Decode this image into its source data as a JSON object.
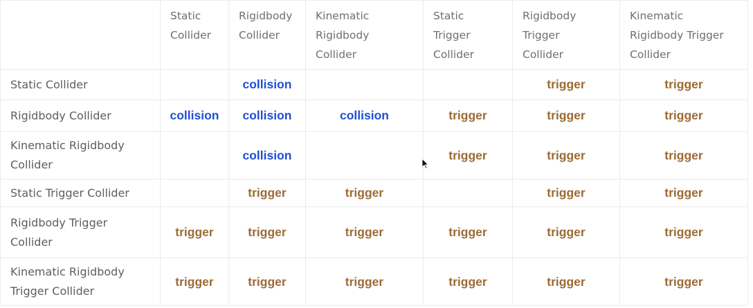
{
  "columns": [
    "Static\nCollider",
    "Rigidbody\nCollider",
    "Kinematic\nRigidbody\nCollider",
    "Static\nTrigger\nCollider",
    "Rigidbody\nTrigger\nCollider",
    "Kinematic\nRigidbody Trigger\nCollider"
  ],
  "rows": [
    {
      "label": "Static Collider",
      "cells": [
        "",
        "collision",
        "",
        "",
        "trigger",
        "trigger"
      ]
    },
    {
      "label": "Rigidbody Collider",
      "cells": [
        "collision",
        "collision",
        "collision",
        "trigger",
        "trigger",
        "trigger"
      ]
    },
    {
      "label": "Kinematic Rigidbody\nCollider",
      "cells": [
        "",
        "collision",
        "",
        "trigger",
        "trigger",
        "trigger"
      ]
    },
    {
      "label": "Static Trigger Collider",
      "cells": [
        "",
        "trigger",
        "trigger",
        "",
        "trigger",
        "trigger"
      ]
    },
    {
      "label": "Rigidbody Trigger\nCollider",
      "cells": [
        "trigger",
        "trigger",
        "trigger",
        "trigger",
        "trigger",
        "trigger"
      ]
    },
    {
      "label": "Kinematic Rigidbody\nTrigger Collider",
      "cells": [
        "trigger",
        "trigger",
        "trigger",
        "trigger",
        "trigger",
        "trigger"
      ]
    }
  ],
  "colors": {
    "collision": "#1f4fd4",
    "trigger": "#9c6a35",
    "header_text": "#6f6f6f",
    "row_label_text": "#5e5e5e",
    "grid_line": "#ececec"
  },
  "icons": {
    "cursor": "mouse-pointer-icon"
  }
}
